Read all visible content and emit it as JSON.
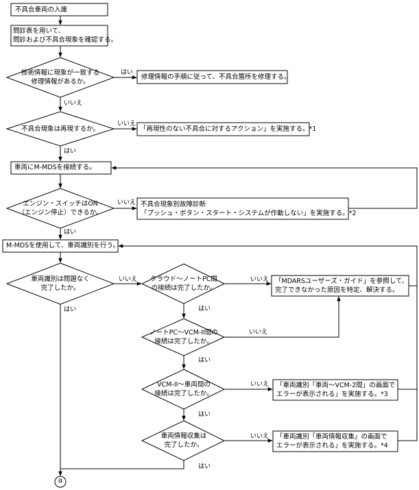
{
  "nodes": {
    "n1": "不具合車両の入庫",
    "n2": "問診表を用いて、\n問診および不具合現象を確認する。",
    "d1": "技術情報に現象が一致する\n修理情報があるか。",
    "r1": "修理情報の手順に従って、不具合箇所を修理する。",
    "d2": "不具合現象は再現するか。",
    "r2": "「再現性のない不具合に対するアクション」を実施する。*1",
    "n3": "車両にM-MDSを接続する。",
    "d3": "エンジン・スイッチはON\n（エンジン停止）できるか。",
    "r3": "不具合現象別故障診断\n「プッシュ・ボタン・スタート・システムが作動しない」を実施する。*2",
    "n4": "M-MDSを使用して、車両識別を行う。",
    "d4": "車両識別は問題なく\n完了したか。",
    "d5": "クラウド～ノートPC間\nの接続は完了したか。",
    "r5": "「MDARSユーザーズ・ガイド」を参照して、\n完了できなかった原因を特定、解決する。",
    "d6": "ノートPC～VCM-II間の\n接続は完了したか。",
    "d7": "VCM-II～車両間の\n接続は完了したか。",
    "r7": "「車両識別「車両～VCM-2間」の画面で\nエラーが表示される」を実施する。*3",
    "d8": "車両情報収集は\n完了したか。",
    "r8": "「車両識別「車両情報収集」の画面で\nエラーが表示される」を実施する。*4",
    "connector": "a"
  },
  "labels": {
    "yes": "はい",
    "no": "いいえ"
  }
}
